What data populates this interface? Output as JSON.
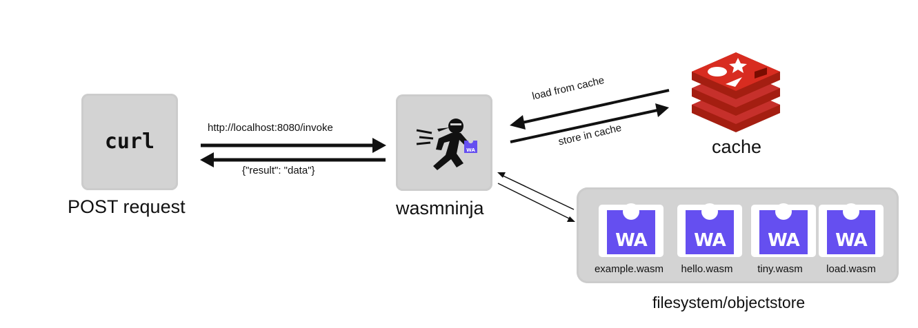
{
  "client": {
    "command": "curl",
    "caption": "POST request"
  },
  "arrows": {
    "request_url": "http://localhost:8080/invoke",
    "response_body": "{\"result\": \"data\"}",
    "load_from_cache": "load from cache",
    "store_in_cache": "store in cache"
  },
  "server": {
    "caption": "wasmninja",
    "badge": "WA"
  },
  "cache": {
    "caption": "cache"
  },
  "storage": {
    "caption": "filesystem/objectstore",
    "logo_text": "WA",
    "modules": [
      "example.wasm",
      "hello.wasm",
      "tiny.wasm",
      "load.wasm"
    ]
  },
  "colors": {
    "box_gray": "#d3d3d3",
    "wasm_purple": "#654ff0",
    "redis_red": "#c6302b",
    "redis_dark": "#a41e11"
  }
}
